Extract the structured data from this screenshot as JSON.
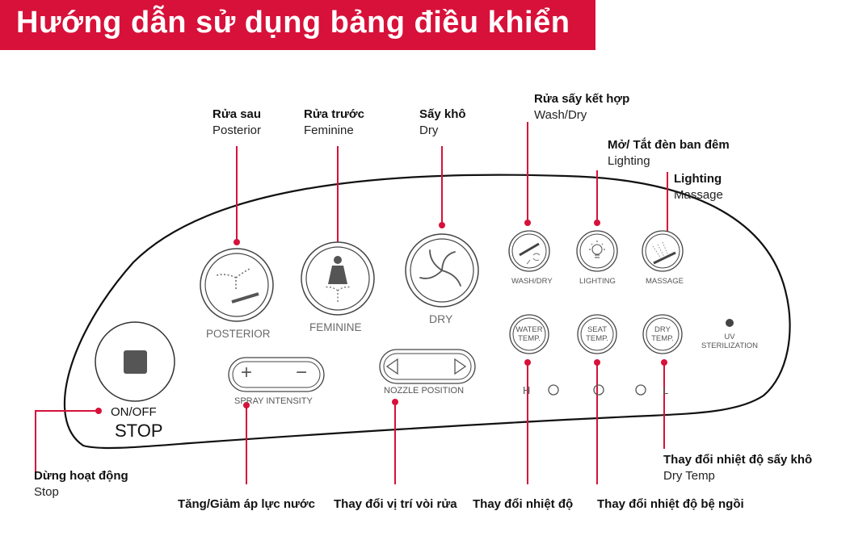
{
  "title": "Hướng dẫn sử dụng bảng điều khiển",
  "colors": {
    "accent": "#d7113a",
    "panel_outline": "#111111",
    "button_gray": "#555555",
    "text_gray": "#6a6a6a"
  },
  "callouts": {
    "posterior": {
      "vi": "Rửa sau",
      "en": "Posterior"
    },
    "feminine": {
      "vi": "Rửa trước",
      "en": "Feminine"
    },
    "dry": {
      "vi": "Sấy khô",
      "en": "Dry"
    },
    "wash_dry": {
      "vi": "Rửa sấy kết hợp",
      "en": "Wash/Dry"
    },
    "lighting": {
      "vi": "Mở/ Tắt đèn ban đêm",
      "en": "Lighting"
    },
    "massage": {
      "vi": "Lighting",
      "en": "Massage"
    },
    "stop": {
      "vi": "Dừng hoạt động",
      "en": "Stop"
    },
    "dry_temp": {
      "vi": "Thay đổi nhiệt độ sấy khô",
      "en": "Dry Temp"
    }
  },
  "bottom_labels": {
    "spray": "Tăng/Giảm áp lực nước",
    "nozzle": "Thay đổi vị trí vòi rửa",
    "water_temp": "Thay đổi nhiệt độ",
    "seat_temp": "Thay đổi nhiệt độ bệ ngồi"
  },
  "panel": {
    "posterior_label": "POSTERIOR",
    "feminine_label": "FEMININE",
    "dry_label": "DRY",
    "wash_dry_label": "WASH/DRY",
    "lighting_label": "LIGHTING",
    "massage_label": "MASSAGE",
    "water_temp": [
      "WATER",
      "TEMP."
    ],
    "seat_temp": [
      "SEAT",
      "TEMP."
    ],
    "dry_temp": [
      "DRY",
      "TEMP."
    ],
    "uv": [
      "UV",
      "STERILIZATION"
    ],
    "spray_intensity": "SPRAY INTENSITY",
    "nozzle_position": "NOZZLE POSITION",
    "plus": "+",
    "minus": "−",
    "on_off": "ON/OFF",
    "stop": "STOP",
    "level_high": "H",
    "level_low": "L"
  }
}
